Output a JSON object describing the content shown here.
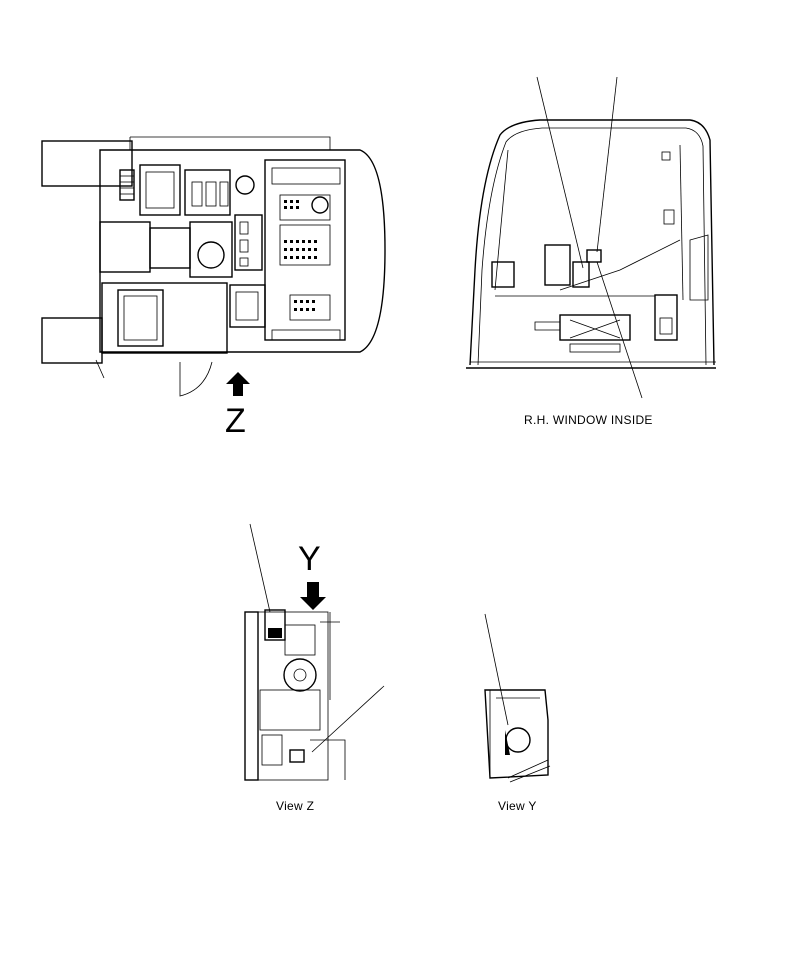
{
  "labels": {
    "window_inside": "R.H. WINDOW INSIDE",
    "view_z": "View Z",
    "view_y": "View Y",
    "letter_z": "Z",
    "letter_y": "Y"
  }
}
